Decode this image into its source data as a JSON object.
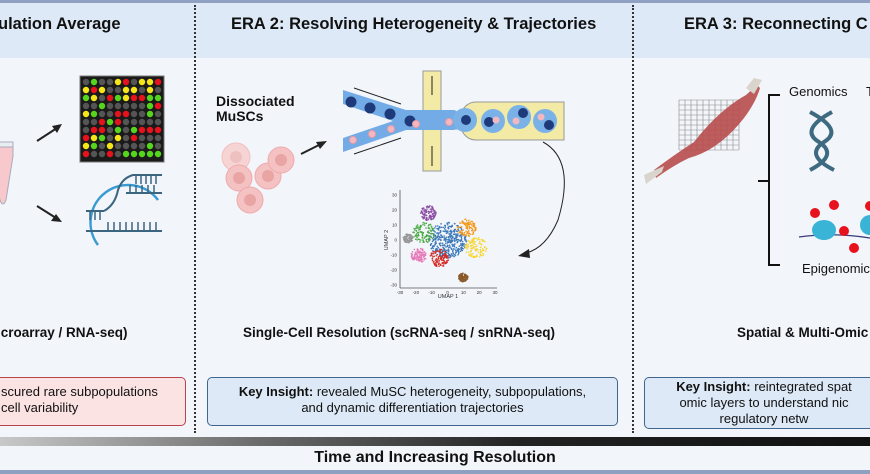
{
  "eras": [
    {
      "title": "ulation Average",
      "resolution": "icroarray / RNA-seq)",
      "insight_prefix": "",
      "insight_text": "scured rare subpopulations cell variability",
      "insight_lines": [
        "scured rare subpopulations",
        "cell variability"
      ]
    },
    {
      "title": "ERA 2: Resolving Heterogeneity & Trajectories",
      "resolution": "Single-Cell Resolution (scRNA-seq / snRNA-seq)",
      "insight_prefix": "Key Insight:",
      "insight_lines": [
        "revealed MuSC heterogeneity, subpopulations,",
        "and dynamic differentiation trajectories"
      ]
    },
    {
      "title": "ERA 3: Reconnecting C",
      "resolution": "Spatial & Multi-Omic",
      "insight_prefix": "Key Insight:",
      "insight_lines": [
        "reintegrated spat",
        "omic layers to understand nic",
        "regulatory netw"
      ]
    }
  ],
  "era2": {
    "cells_label_line1": "Dissociated",
    "cells_label_line2": "MuSCs",
    "umap": {
      "xlabel": "UMAP 1",
      "ylabel": "UMAP 2",
      "xticks": [
        "-30",
        "-20",
        "-10",
        "0",
        "10",
        "20",
        "30"
      ],
      "yticks": [
        "30",
        "20",
        "10",
        "0",
        "-10",
        "-20",
        "-30"
      ],
      "cluster_colors": [
        "#3b78b8",
        "#d62b25",
        "#4aa842",
        "#f39a1f",
        "#8e4fa6",
        "#f7d631",
        "#e67ab8",
        "#999999",
        "#8a5a2b"
      ]
    }
  },
  "era3": {
    "omics": [
      "Genomics",
      "Tr",
      "Epigenomics"
    ]
  },
  "timeline": {
    "label": "Time and Increasing Resolution"
  },
  "colors": {
    "header_band": "#dde9f6",
    "background": "#f2f5fa",
    "era1_box": "#fbe3e3",
    "era1_border": "#b8434b",
    "era2_box": "#dde9f6",
    "era2_border": "#3f6690"
  }
}
